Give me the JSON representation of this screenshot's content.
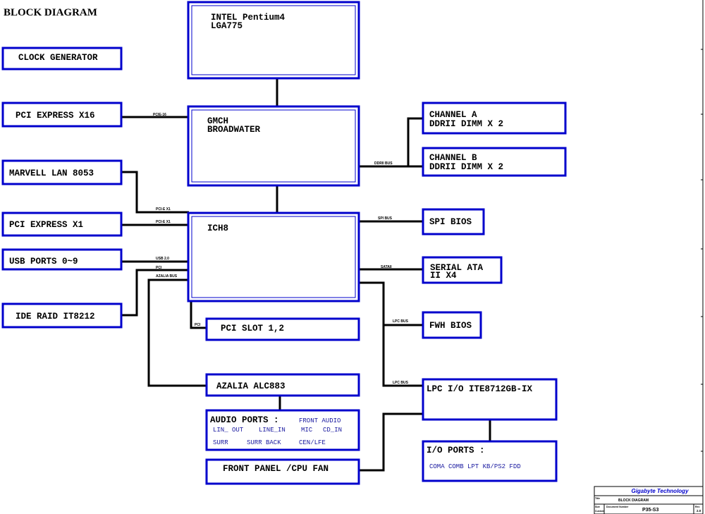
{
  "title": "BLOCK DIAGRAM",
  "colors": {
    "box": "#0000cc",
    "line": "#000000",
    "sub_text": "#1a1aa0"
  },
  "blocks": {
    "clock_generator": {
      "label": "CLOCK GENERATOR"
    },
    "pci_express_x16": {
      "label": "PCI EXPRESS X16"
    },
    "marvell_lan": {
      "label": "MARVELL LAN 8053"
    },
    "pci_express_x1": {
      "label": "PCI EXPRESS X1"
    },
    "usb_ports": {
      "label": "USB PORTS 0~9"
    },
    "ide_raid": {
      "label": "IDE RAID IT8212"
    },
    "cpu": {
      "line1": "INTEL Pentium4",
      "line2": "LGA775"
    },
    "gmch": {
      "line1": "GMCH",
      "line2": "BROADWATER"
    },
    "ich8": {
      "label": "ICH8"
    },
    "pci_slot": {
      "label": "PCI SLOT 1,2"
    },
    "azalia": {
      "label": "AZALIA ALC883"
    },
    "audio_ports": {
      "label": "AUDIO PORTS :",
      "front": "FRONT AUDIO",
      "row1": [
        "LIN_ OUT",
        "LINE_IN",
        "MIC",
        "CD_IN"
      ],
      "row2": [
        "SURR",
        "SURR BACK",
        "CEN/LFE"
      ]
    },
    "front_panel": {
      "label": "FRONT PANEL /CPU FAN"
    },
    "channel_a": {
      "line1": "CHANNEL A",
      "line2": "DDRII  DIMM X 2"
    },
    "channel_b": {
      "line1": "CHANNEL B",
      "line2": "DDRII DIMM X 2"
    },
    "spi_bios": {
      "label": "SPI BIOS"
    },
    "serial_ata": {
      "line1": "SERIAL ATA",
      "line2": "II X4"
    },
    "fwh_bios": {
      "label": "FWH BIOS"
    },
    "lpc_io": {
      "label": "LPC I/O ITE8712GB-IX"
    },
    "io_ports": {
      "label": "I/O PORTS :",
      "items": "COMA  COMB LPT KB/PS2 FDD"
    }
  },
  "buses": {
    "pcie16": "PCIE-16",
    "pcie_x1_lan": "PCI-E X1",
    "pcie_x1": "PCI-E X1",
    "usb": "USB 2.0",
    "pci_ide": "PCI",
    "azalia": "AZALIA BUS",
    "pci_slot": "PCI",
    "ddrii": "DDRII BUS",
    "spi": "SPI BUS",
    "sata": "SATAII",
    "lpc_fwh": "LPC BUS",
    "lpc_io": "LPC BUS"
  },
  "title_block": {
    "company": "Gigabyte Technology",
    "title_label": "Title",
    "title": "BLOCK DIAGRAM",
    "size_label": "Size",
    "size_value": "Custom",
    "docnum_label": "Document Number",
    "docnum": "P35-S3",
    "rev_label": "Rev",
    "rev": "2.0"
  }
}
